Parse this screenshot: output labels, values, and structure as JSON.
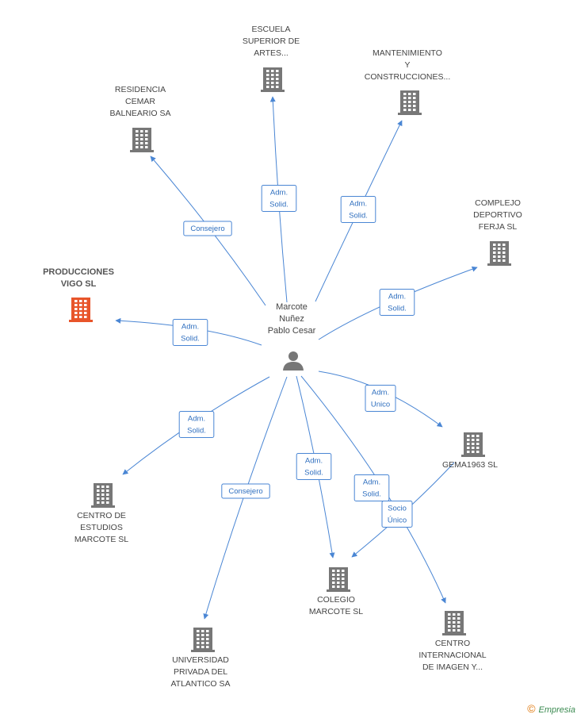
{
  "center": {
    "lines": [
      "Marcote",
      "Nuñez",
      "Pablo Cesar"
    ],
    "icon": "person-icon"
  },
  "nodes": [
    {
      "id": "escuela",
      "lines": [
        "ESCUELA",
        "SUPERIOR DE",
        "ARTES..."
      ],
      "icon": "building-icon",
      "color": "#777777"
    },
    {
      "id": "mantenimiento",
      "lines": [
        "MANTENIMIENTO",
        "Y",
        "CONSTRUCCIONES..."
      ],
      "icon": "building-icon",
      "color": "#777777"
    },
    {
      "id": "residencia",
      "lines": [
        "RESIDENCIA",
        "CEMAR",
        "BALNEARIO SA"
      ],
      "icon": "building-icon",
      "color": "#777777"
    },
    {
      "id": "complejo",
      "lines": [
        "COMPLEJO",
        "DEPORTIVO",
        "FERJA SL"
      ],
      "icon": "building-icon",
      "color": "#777777"
    },
    {
      "id": "producciones",
      "lines": [
        "PRODUCCIONES",
        "VIGO SL"
      ],
      "icon": "building-icon",
      "color": "#e8552a",
      "highlight": true
    },
    {
      "id": "gema",
      "lines": [
        "GEMA1963  SL"
      ],
      "icon": "building-icon",
      "color": "#777777"
    },
    {
      "id": "centro_estudios",
      "lines": [
        "CENTRO DE",
        "ESTUDIOS",
        "MARCOTE SL"
      ],
      "icon": "building-icon",
      "color": "#777777"
    },
    {
      "id": "colegio",
      "lines": [
        "COLEGIO",
        "MARCOTE SL"
      ],
      "icon": "building-icon",
      "color": "#777777"
    },
    {
      "id": "centro_internacional",
      "lines": [
        "CENTRO",
        "INTERNACIONAL",
        "DE IMAGEN Y..."
      ],
      "icon": "building-icon",
      "color": "#777777"
    },
    {
      "id": "universidad",
      "lines": [
        "UNIVERSIDAD",
        "PRIVADA DEL",
        "ATLANTICO SA"
      ],
      "icon": "building-icon",
      "color": "#777777"
    }
  ],
  "edges": [
    {
      "from": "center",
      "to": "escuela",
      "label": [
        "Adm.",
        "Solid."
      ]
    },
    {
      "from": "center",
      "to": "mantenimiento",
      "label": [
        "Adm.",
        "Solid."
      ]
    },
    {
      "from": "center",
      "to": "residencia",
      "label": [
        "Consejero"
      ]
    },
    {
      "from": "center",
      "to": "complejo",
      "label": [
        "Adm.",
        "Solid."
      ]
    },
    {
      "from": "center",
      "to": "producciones",
      "label": [
        "Adm.",
        "Solid."
      ]
    },
    {
      "from": "center",
      "to": "gema",
      "label": [
        "Adm.",
        "Unico"
      ]
    },
    {
      "from": "center",
      "to": "centro_estudios",
      "label": [
        "Adm.",
        "Solid."
      ]
    },
    {
      "from": "center",
      "to": "colegio",
      "label": [
        "Adm.",
        "Solid."
      ]
    },
    {
      "from": "center",
      "to": "centro_internacional",
      "label": [
        "Adm.",
        "Solid."
      ]
    },
    {
      "from": "center",
      "to": "universidad",
      "label": [
        "Consejero"
      ]
    },
    {
      "from": "gema",
      "to": "colegio",
      "label": [
        "Socio",
        "Único"
      ]
    }
  ],
  "footer": {
    "symbol": "©",
    "brand": "Empresia"
  },
  "colors": {
    "edge": "#4a86d4",
    "building": "#777777",
    "highlight": "#e8552a"
  }
}
